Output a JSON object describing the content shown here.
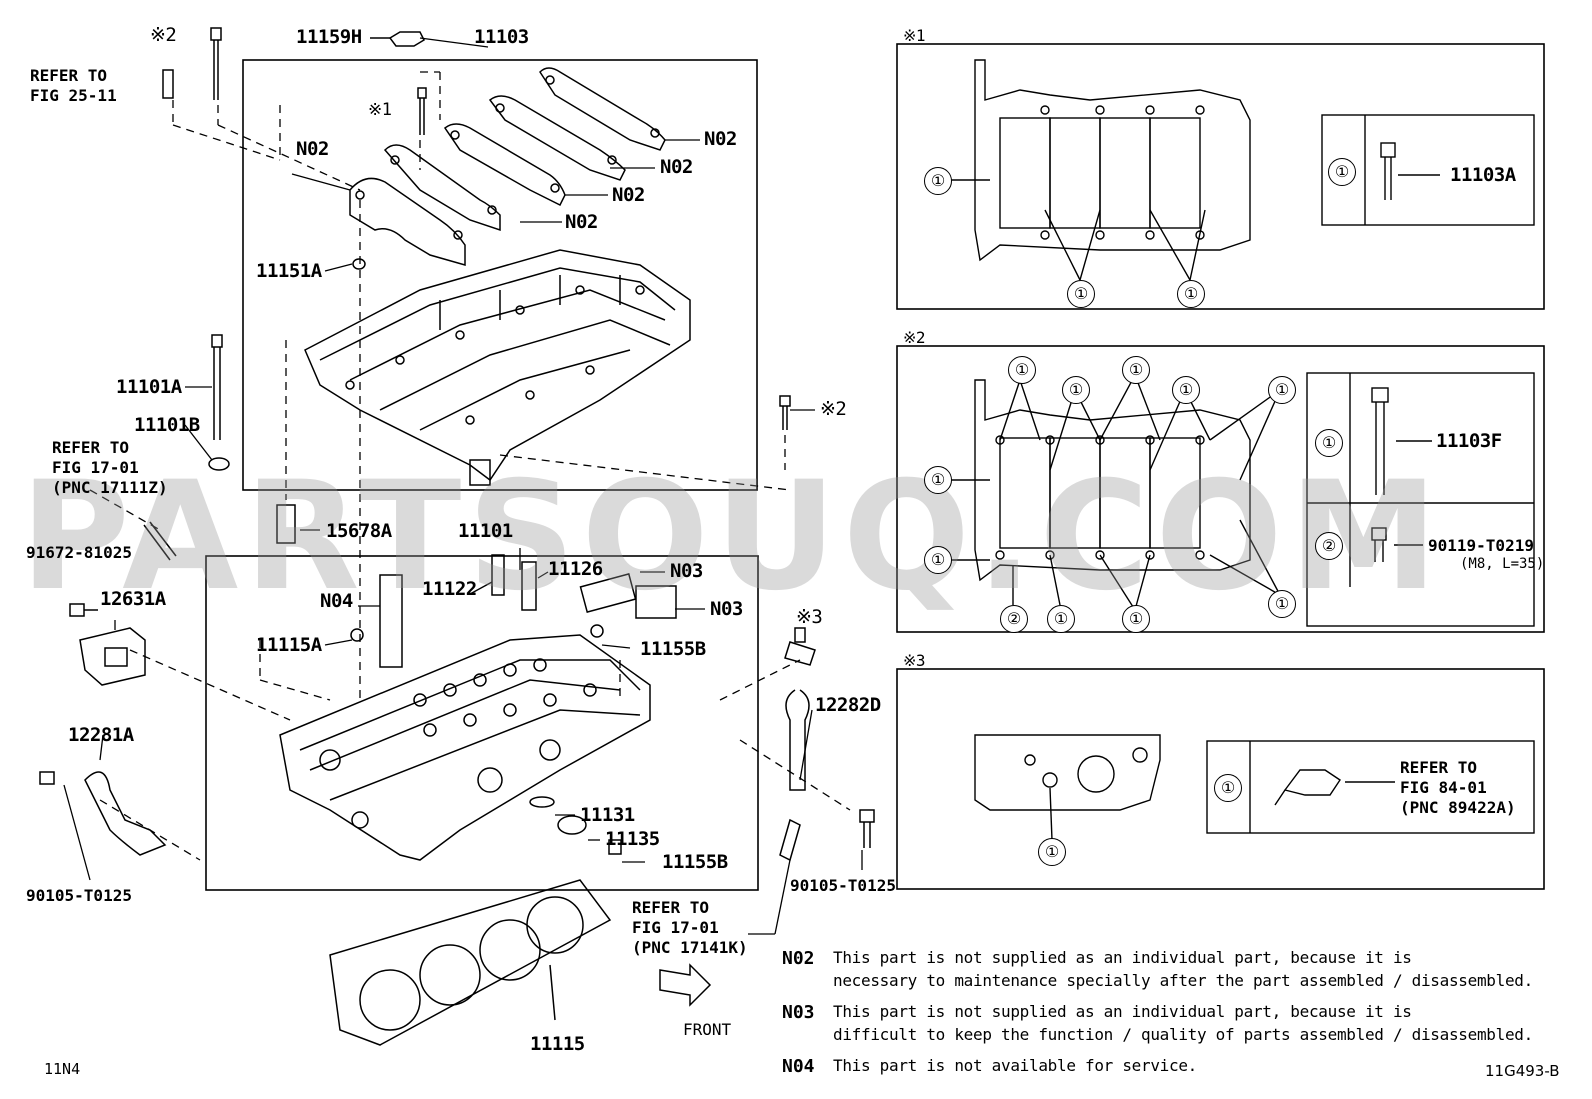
{
  "labels": {
    "p11159H": "11159H",
    "p11103": "11103",
    "note2_bolt": "※2",
    "note1_bolt": "※1",
    "refer_fig25": "REFER TO\nFIG 25-11",
    "n02_a": "N02",
    "n02_b": "N02",
    "n02_c": "N02",
    "n02_d": "N02",
    "n02_e": "N02",
    "p11151A": "11151A",
    "p11101A": "11101A",
    "p11101B": "11101B",
    "refer_fig17_top": "REFER TO\nFIG 17-01\n(PNC 17111Z)",
    "p15678A": "15678A",
    "p11101": "11101",
    "p91672": "91672-81025",
    "p12631A": "12631A",
    "n04": "N04",
    "p11122": "11122",
    "p11126": "11126",
    "n03_a": "N03",
    "n03_b": "N03",
    "p11115A": "11115A",
    "p11155B_a": "11155B",
    "p12281A": "12281A",
    "p11131": "11131",
    "p11135": "11135",
    "p11155B_b": "11155B",
    "p90105_left": "90105-T0125",
    "p90105_right": "90105-T0125",
    "note3_sensor": "※3",
    "note2_right_bolt": "※2",
    "p12282D": "12282D",
    "refer_fig17_bottom": "REFER TO\nFIG 17-01\n(PNC 17141K)",
    "p11115": "11115",
    "front": "FRONT",
    "code_left": "11N4",
    "code_right": "11G493-B"
  },
  "panels": {
    "panel1_title": "※1",
    "panel1_part": "11103A",
    "panel1_key": "①",
    "panel2_title": "※2",
    "panel2_part1": "11103F",
    "panel2_part2": "90119-T0219",
    "panel2_part2_spec": "(M8, L=35)",
    "panel2_key1": "①",
    "panel2_key2": "②",
    "panel3_title": "※3",
    "panel3_ref": "REFER TO\nFIG 84-01\n(PNC 89422A)",
    "panel3_key": "①"
  },
  "notes": [
    {
      "code": "N02",
      "text": "This part is not supplied as an individual part, because it is\nnecessary to maintenance specially after the part assembled / disassembled."
    },
    {
      "code": "N03",
      "text": "This part is not supplied as an individual part, because it is\ndifficult to keep the function / quality of parts assembled / disassembled."
    },
    {
      "code": "N04",
      "text": "This part is not available for service."
    }
  ],
  "watermark": "PARTSOUQ.COM"
}
